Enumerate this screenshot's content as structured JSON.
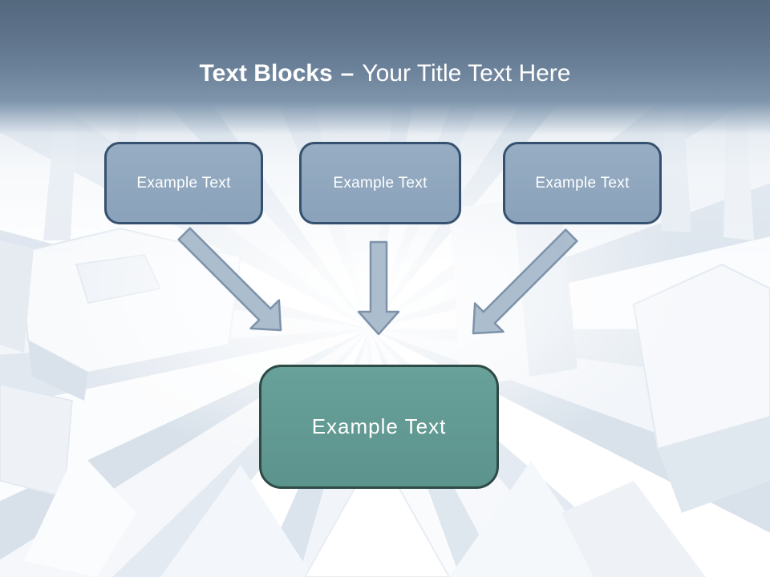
{
  "slide": {
    "title": {
      "bold": "Text Blocks",
      "separator": "–",
      "rest": "Your Title Text Here"
    },
    "top_boxes": [
      {
        "label": "Example Text"
      },
      {
        "label": "Example Text"
      },
      {
        "label": "Example Text"
      }
    ],
    "center_box": {
      "label": "Example Text"
    },
    "connectors": [
      "arrow-down-right",
      "arrow-down",
      "arrow-down-left"
    ],
    "colors": {
      "header_top": "#54687e",
      "header_bottom": "#7e95ac",
      "block_fill": "#90a8bf",
      "block_border": "#36516f",
      "arrow_fill": "#a5b7ca",
      "arrow_border": "#7d92a9",
      "center_fill": "#639a95",
      "center_border": "#2e4a46",
      "text": "#ffffff"
    }
  }
}
